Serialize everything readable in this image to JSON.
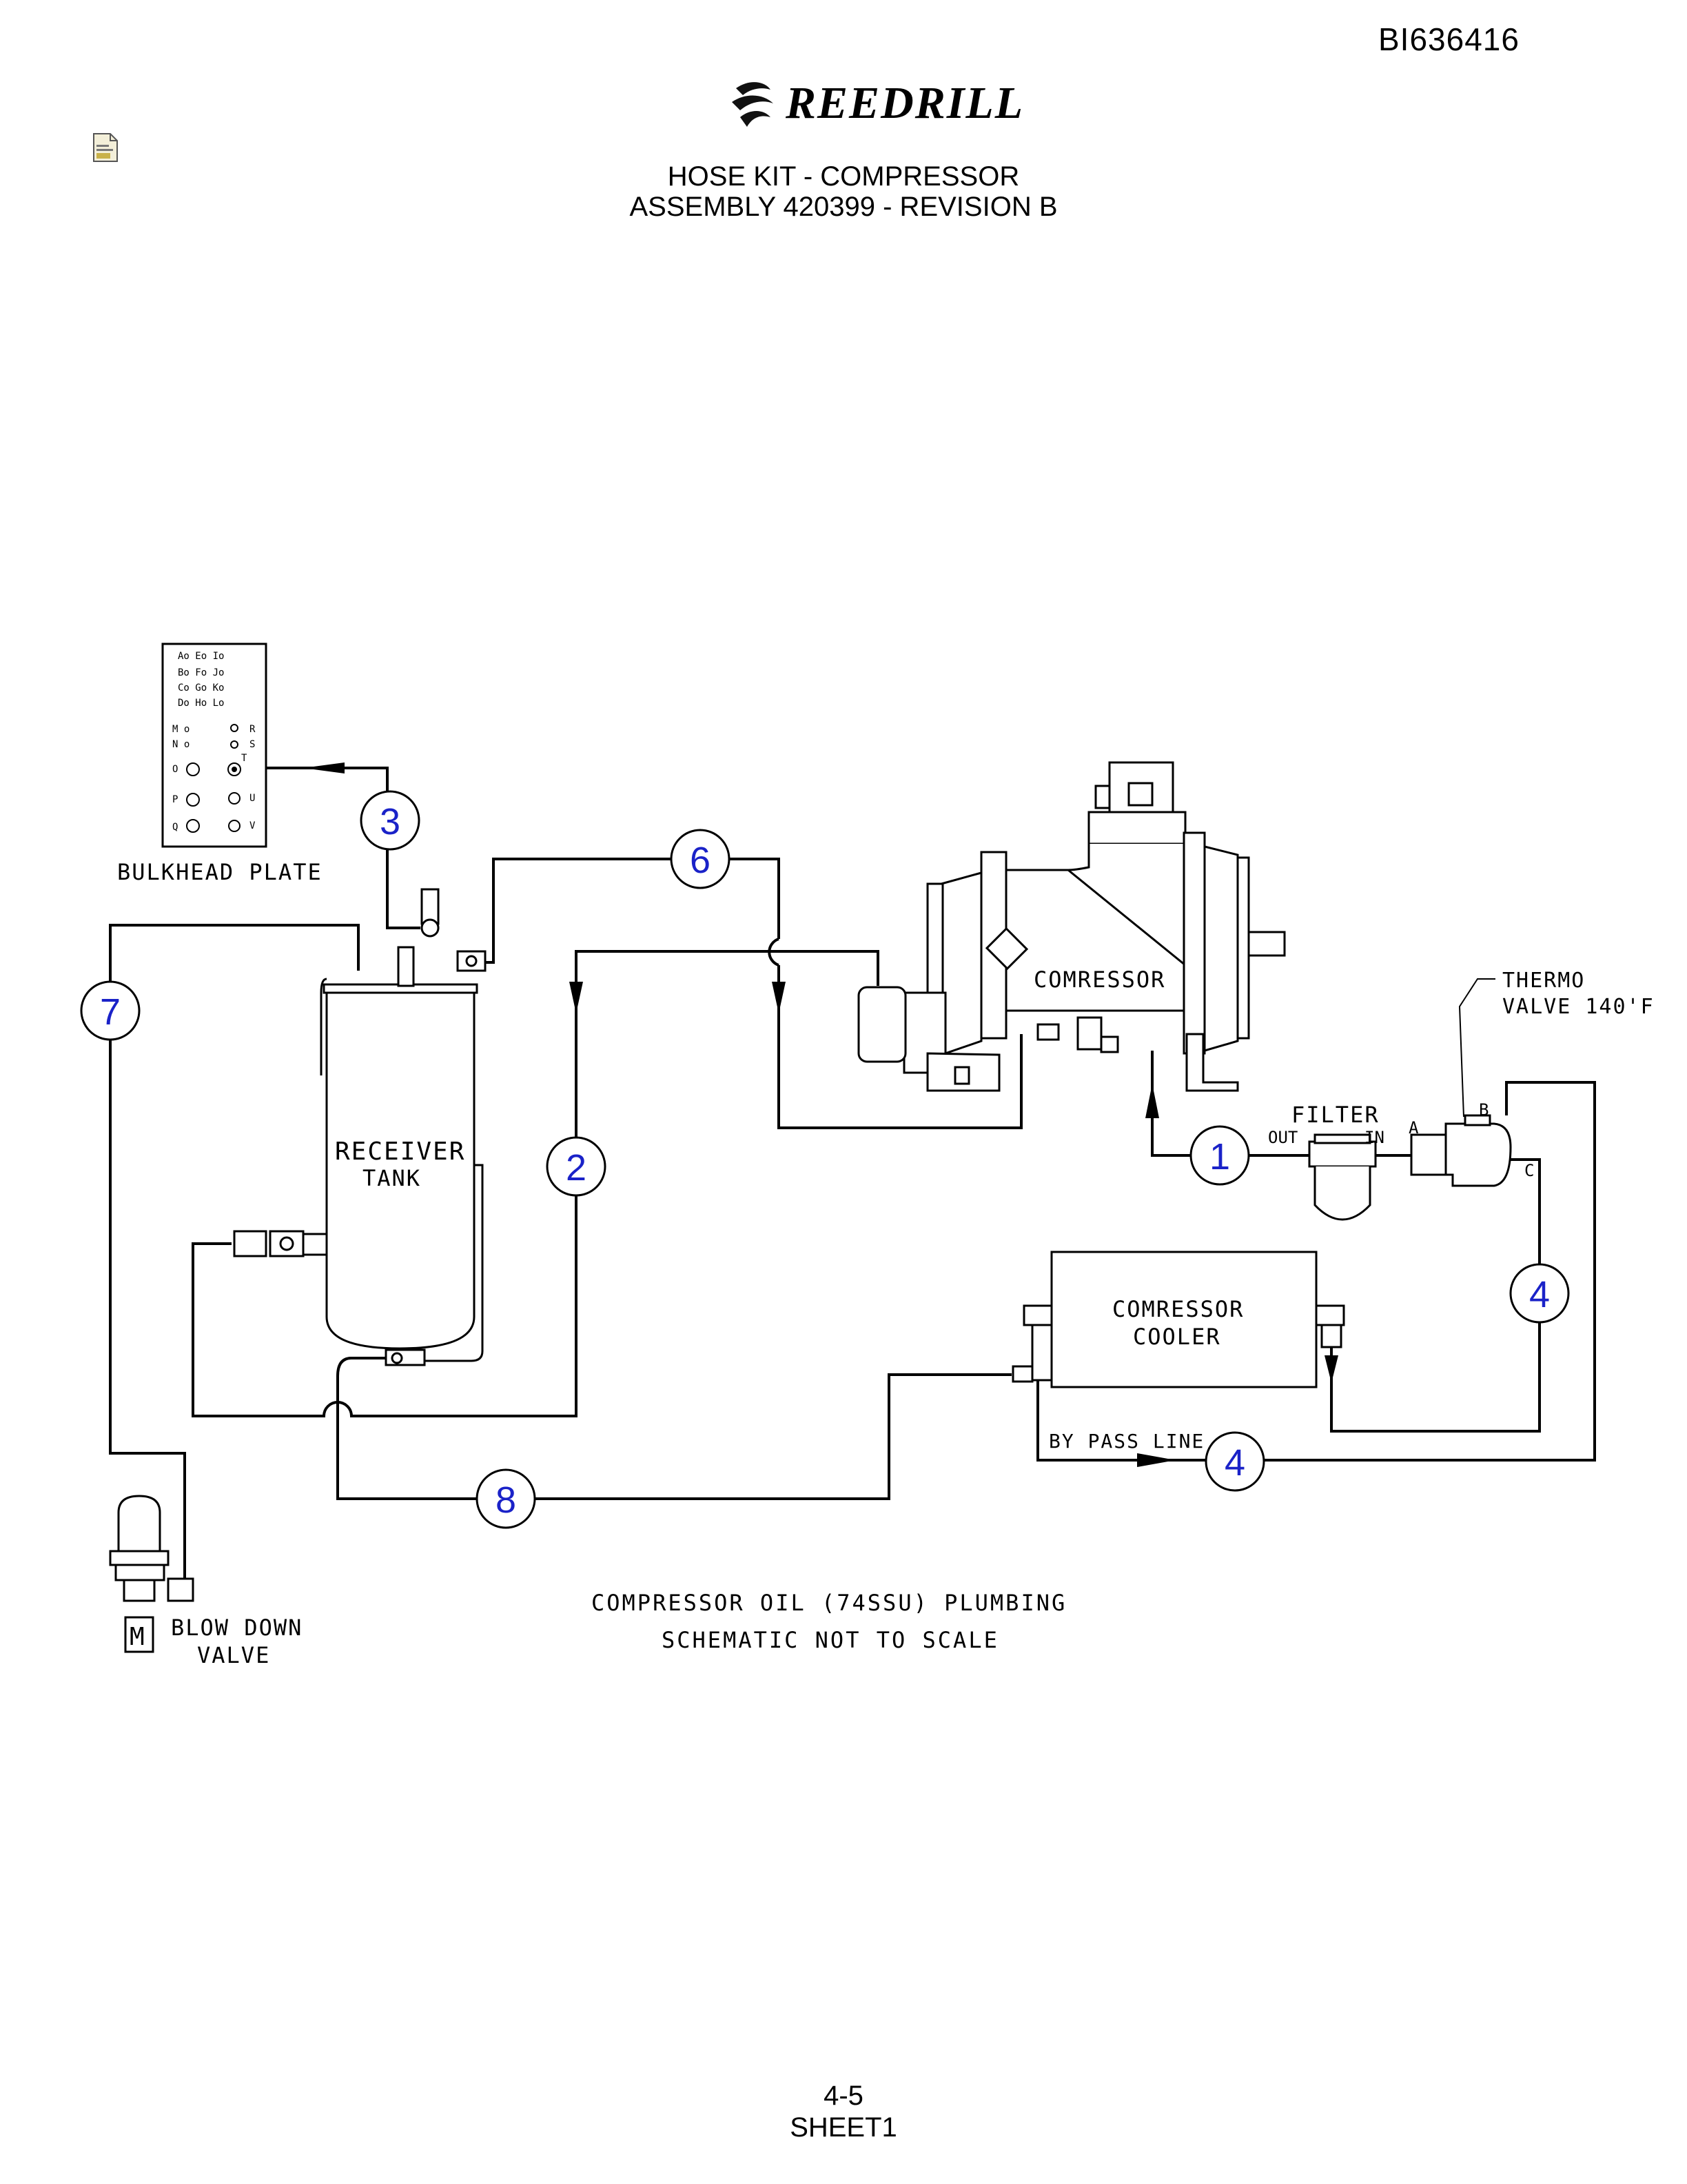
{
  "header": {
    "doc_id": "BI636416",
    "brand": "REEDRILL",
    "title_line1": "HOSE KIT - COMPRESSOR",
    "title_line2": "ASSEMBLY 420399 - REVISION B"
  },
  "footer": {
    "page": "4-5",
    "sheet": "SHEET1"
  },
  "diagram": {
    "bulkhead_plate": "BULKHEAD PLATE",
    "bulkhead_ports": {
      "row1": "Ao  Eo  Io",
      "row2": "Bo  Fo  Jo",
      "row3": "Co  Go  Ko",
      "row4": "Do  Ho  Lo",
      "m": "M o",
      "n": "N o",
      "r": "R",
      "s": "S",
      "t": "T",
      "o": "O",
      "p": "P",
      "q": "Q",
      "u": "U",
      "v": "V"
    },
    "receiver_tank_line1": "RECEIVER",
    "receiver_tank_line2": "TANK",
    "compressor": "COMRESSOR",
    "thermo_valve_line1": "THERMO",
    "thermo_valve_line2": "VALVE  140'F",
    "filter": "FILTER",
    "filter_out": "OUT",
    "filter_in": "IN",
    "port_a": "A",
    "port_b": "B",
    "port_c": "C",
    "cooler_line1": "COMRESSOR",
    "cooler_line2": "COOLER",
    "bypass_line": "BY PASS LINE",
    "blow_down_line1": "BLOW DOWN",
    "blow_down_line2": "VALVE",
    "blow_down_m": "M",
    "note_line1": "COMPRESSOR OIL (74SSU) PLUMBING",
    "note_line2": "SCHEMATIC NOT TO SCALE",
    "hose_numbers": {
      "h1": "1",
      "h2": "2",
      "h3": "3",
      "h4a": "4",
      "h4b": "4",
      "h6": "6",
      "h7": "7",
      "h8": "8"
    }
  }
}
